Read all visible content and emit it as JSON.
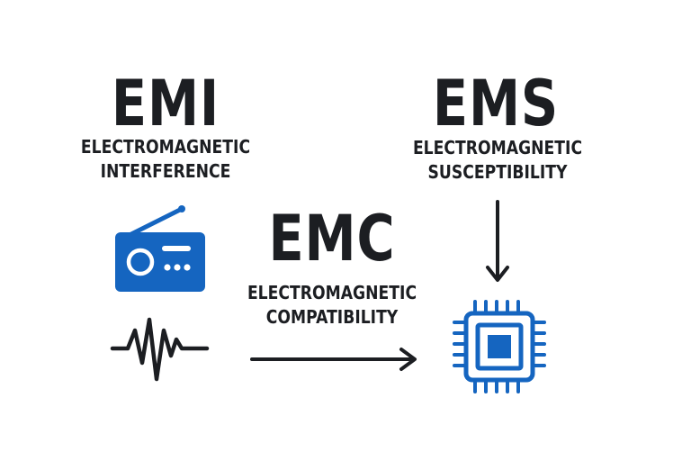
{
  "accent_color": "#1565c0",
  "ink_color": "#1c1e22",
  "emi": {
    "abbr": "EMI",
    "line1": "ELECTROMAGNETIC",
    "line2": "INTERFERENCE",
    "icons": [
      "radio-icon",
      "waveform-icon"
    ]
  },
  "ems": {
    "abbr": "EMS",
    "line1": "ELECTROMAGNETIC",
    "line2": "SUSCEPTIBILITY",
    "icons": [
      "down-arrow-icon",
      "chip-icon"
    ]
  },
  "emc": {
    "abbr": "EMC",
    "line1": "ELECTROMAGNETIC",
    "line2": "COMPATIBILITY",
    "icons": [
      "right-arrow-icon"
    ]
  }
}
